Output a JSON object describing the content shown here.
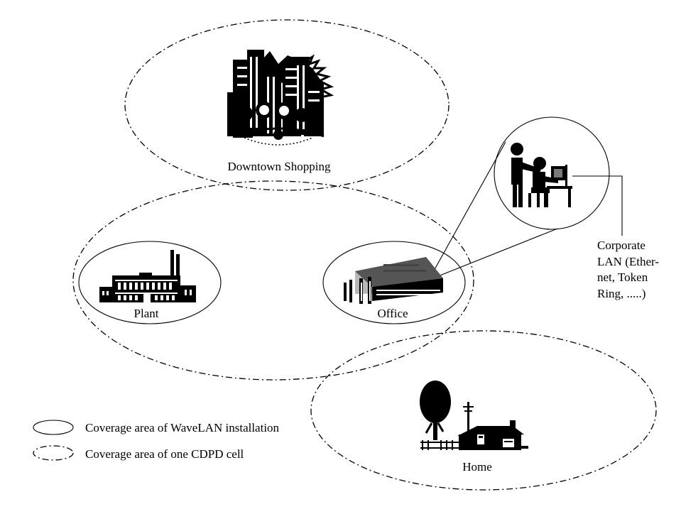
{
  "labels": {
    "downtown": "Downtown Shopping",
    "plant": "Plant",
    "office": "Office",
    "home": "Home",
    "corporate_lan": [
      "Corporate",
      "LAN (Ether-",
      "net, Token",
      "Ring, .....)"
    ]
  },
  "legend": {
    "wavelan": "Coverage area of WaveLAN installation",
    "cdpd": "Coverage area of one CDPD cell"
  },
  "icons": {
    "downtown": "city-skyline-icon",
    "plant": "factory-icon",
    "office": "office-building-icon",
    "home": "house-icon",
    "workstation": "office-workers-icon"
  },
  "colors": {
    "ink": "#000000",
    "background": "#ffffff"
  }
}
